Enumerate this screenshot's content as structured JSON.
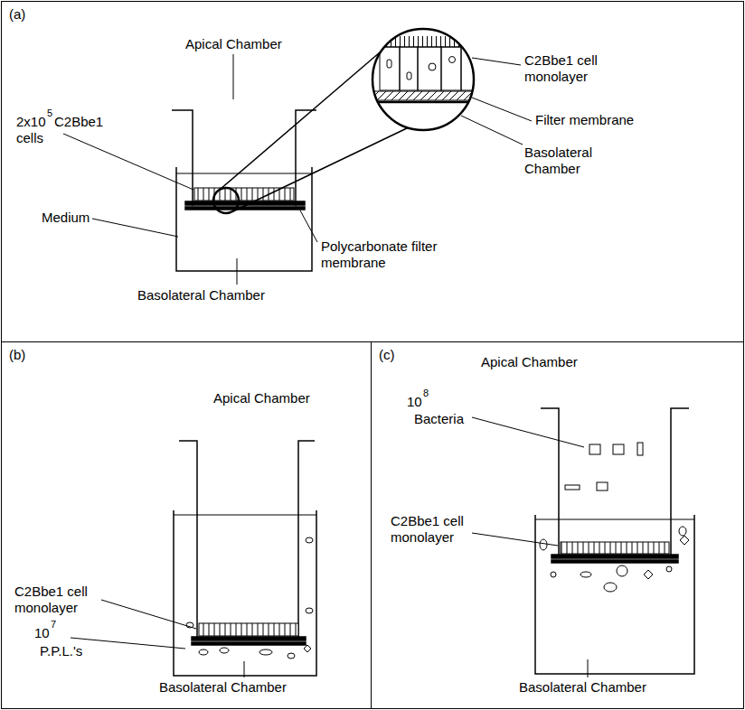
{
  "diagram": {
    "nodes": [
      {
        "text": [
          "(a)"
        ]
      },
      {
        "text": [
          "(b)"
        ]
      },
      {
        "text": [
          "(c)"
        ]
      }
    ],
    "labels": [
      "Apical Chamber",
      "2x10",
      "5",
      "C2Bbe1",
      "cells",
      "Medium",
      "Polycarbonate filter membrane",
      "Basolateral Chamber",
      "C2Bbe1 cell monolayer",
      "Filter membrane",
      "Basolateral Chamber",
      "Apical Chamber",
      "C2Bbe1 cell monolayer",
      "10",
      "7",
      "P.P.L.'s",
      "Basolateral Chamber",
      "Apical Chamber",
      "10",
      "8",
      "Bacteria",
      "C2Bbe1 cell monolayer",
      "Basolateral Chamber"
    ]
  }
}
